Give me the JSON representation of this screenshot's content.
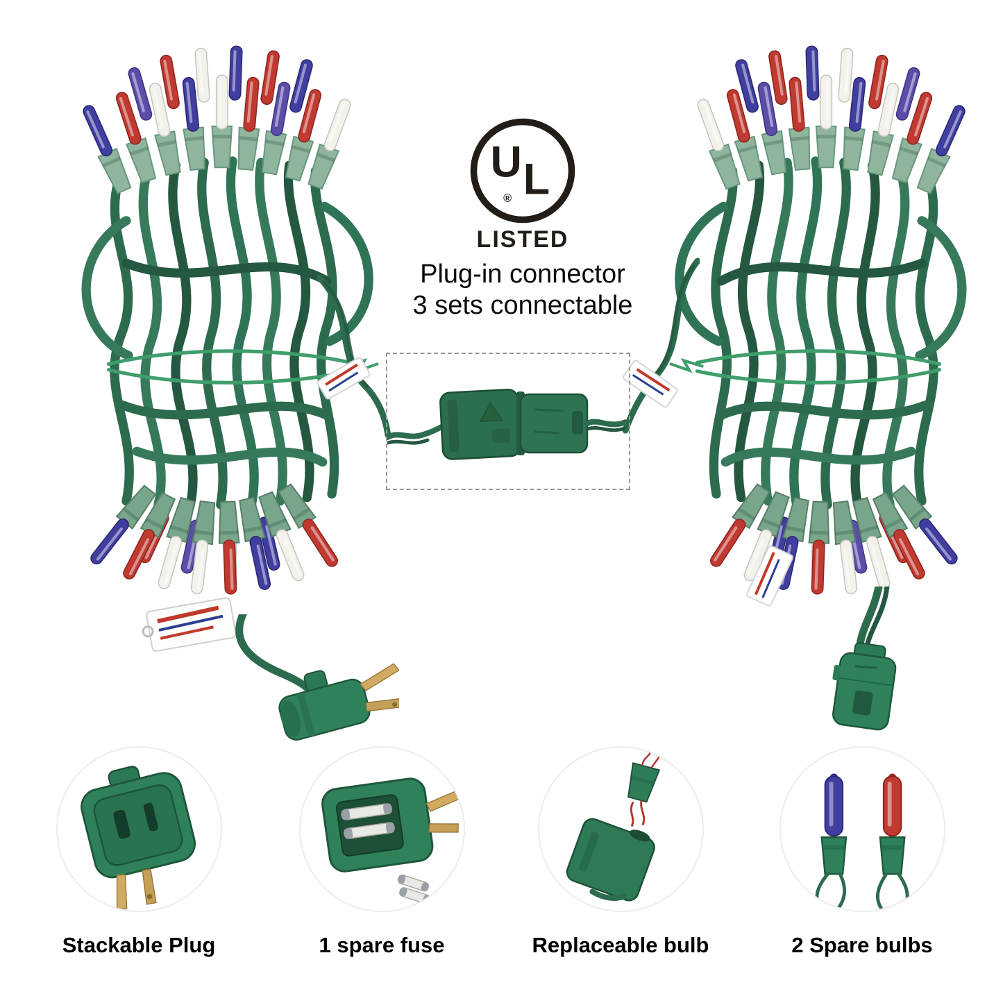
{
  "badge": {
    "u": "U",
    "l": "L",
    "registered": "®",
    "listed": "LISTED"
  },
  "callout": {
    "line1": "Plug-in connector",
    "line2": "3 sets connectable"
  },
  "features": [
    {
      "label": "Stackable Plug"
    },
    {
      "label": "1 spare fuse"
    },
    {
      "label": "Replaceable bulb"
    },
    {
      "label": "2 Spare bulbs"
    }
  ],
  "colors": {
    "wire_green": "#2d6b4f",
    "plug_green": "#2f8159",
    "socket_light_green": "#8fb59d",
    "bulb_red": "#c03a31",
    "bulb_blue": "#403e9f",
    "bulb_clear": "#f2f1ec",
    "brass": "#d1ab62",
    "ul_black": "#221d17"
  }
}
